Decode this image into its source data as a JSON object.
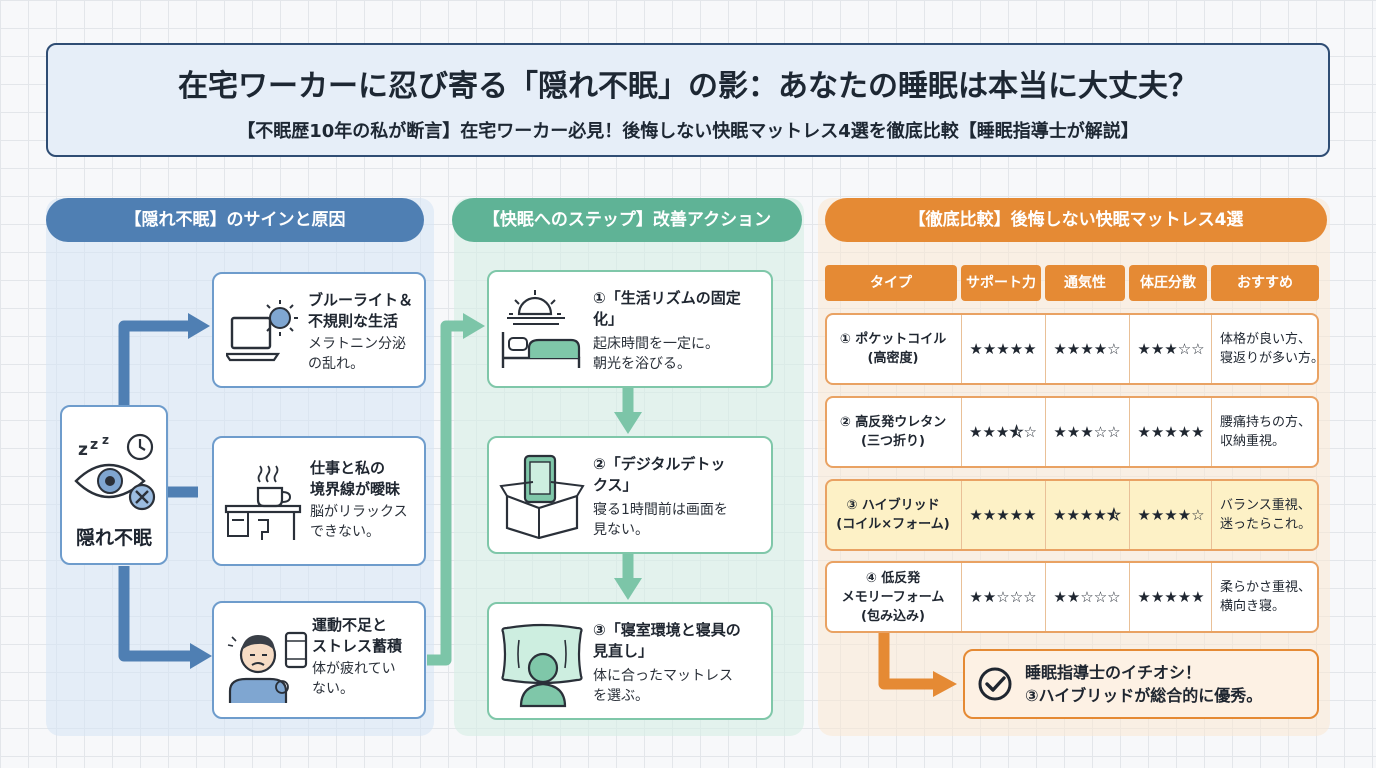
{
  "header": {
    "title": "在宅ワーカーに忍び寄る「隠れ不眠」の影：あなたの睡眠は本当に大丈夫？",
    "subtitle": "【不眠歴10年の私が断言】在宅ワーカー必見！後悔しない快眠マットレス4選を徹底比較【睡眠指導士が解説】"
  },
  "section1": {
    "heading": "【隠れ不眠】のサインと原因",
    "center_label": "隠れ不眠",
    "cards": [
      {
        "title": "ブルーライト＆\n不規則な生活",
        "desc": "メラトニン分泌\nの乱れ。"
      },
      {
        "title": "仕事と私の\n境界線が曖昧",
        "desc": "脳がリラックス\nできない。"
      },
      {
        "title": "運動不足と\nストレス蓄積",
        "desc": "体が疲れてい\nない。"
      }
    ]
  },
  "section2": {
    "heading": "【快眠へのステップ】改善アクション",
    "steps": [
      {
        "title": "①「生活リズムの固定\n化」",
        "desc": "起床時間を一定に。\n朝光を浴びる。"
      },
      {
        "title": "②「デジタルデトッ\nクス」",
        "desc": "寝る1時間前は画面を\n見ない。"
      },
      {
        "title": "③「寝室環境と寝具の\n見直し」",
        "desc": "体に合ったマットレス\nを選ぶ。"
      }
    ]
  },
  "section3": {
    "heading": "【徹底比較】後悔しない快眠マットレス4選",
    "columns": [
      "タイプ",
      "サポート力",
      "通気性",
      "体圧分散",
      "おすすめ"
    ],
    "rows": [
      {
        "type": "① ポケットコイル\n(高密度)",
        "support": "★★★★★",
        "breath": "★★★★☆",
        "pressure": "★★★☆☆",
        "rec": "体格が良い方、\n寝返りが多い方。",
        "highlight": false
      },
      {
        "type": "② 高反発ウレタン\n(三つ折り)",
        "support": "★★★⯪☆",
        "breath": "★★★☆☆",
        "pressure": "★★★★★",
        "rec": "腰痛持ちの方、\n収納重視。",
        "highlight": false
      },
      {
        "type": "③ ハイブリッド\n(コイル×フォーム)",
        "support": "★★★★★",
        "breath": "★★★★⯪",
        "pressure": "★★★★☆",
        "rec": "バランス重視、\n迷ったらこれ。",
        "highlight": true
      },
      {
        "type": "④ 低反発\nメモリーフォーム\n(包み込み)",
        "support": "★★☆☆☆",
        "breath": "★★☆☆☆",
        "pressure": "★★★★★",
        "rec": "柔らかさ重視、\n横向き寝。",
        "highlight": false
      }
    ],
    "recommendation": "睡眠指導士のイチオシ！\n③ハイブリッドが総合的に優秀。"
  },
  "colors": {
    "blue": "#4f7fb3",
    "green": "#5fb396",
    "orange": "#e58a34",
    "navy": "#2f4d74"
  },
  "icons": [
    "laptop-sun-icon",
    "desk-coffee-icon",
    "tired-person-phone-icon",
    "eye-clock-x-icon",
    "sunrise-bed-icon",
    "phone-in-box-icon",
    "pillow-head-icon",
    "check-circle-icon"
  ]
}
